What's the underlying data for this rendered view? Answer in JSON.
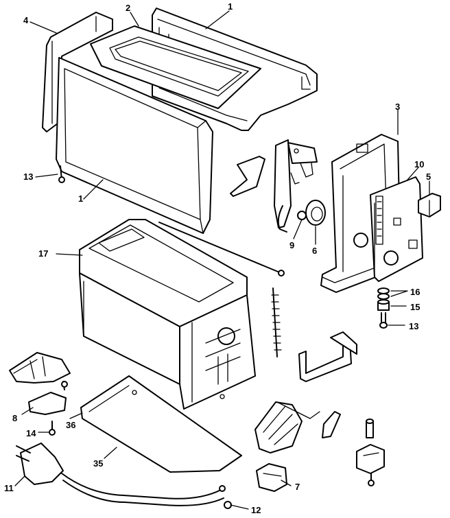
{
  "diagram": {
    "callouts": [
      {
        "id": "c1a",
        "text": "1"
      },
      {
        "id": "c2",
        "text": "2"
      },
      {
        "id": "c4",
        "text": "4"
      },
      {
        "id": "c3",
        "text": "3"
      },
      {
        "id": "c10",
        "text": "10"
      },
      {
        "id": "c5",
        "text": "5"
      },
      {
        "id": "c13a",
        "text": "13"
      },
      {
        "id": "c1b",
        "text": "1"
      },
      {
        "id": "c9",
        "text": "9"
      },
      {
        "id": "c6",
        "text": "6"
      },
      {
        "id": "c17",
        "text": "17"
      },
      {
        "id": "c16",
        "text": "16"
      },
      {
        "id": "c15",
        "text": "15"
      },
      {
        "id": "c13b",
        "text": "13"
      },
      {
        "id": "c8",
        "text": "8"
      },
      {
        "id": "c14",
        "text": "14"
      },
      {
        "id": "c36",
        "text": "36"
      },
      {
        "id": "c35",
        "text": "35"
      },
      {
        "id": "c11",
        "text": "11"
      },
      {
        "id": "c7",
        "text": "7"
      },
      {
        "id": "c12",
        "text": "12"
      }
    ]
  }
}
